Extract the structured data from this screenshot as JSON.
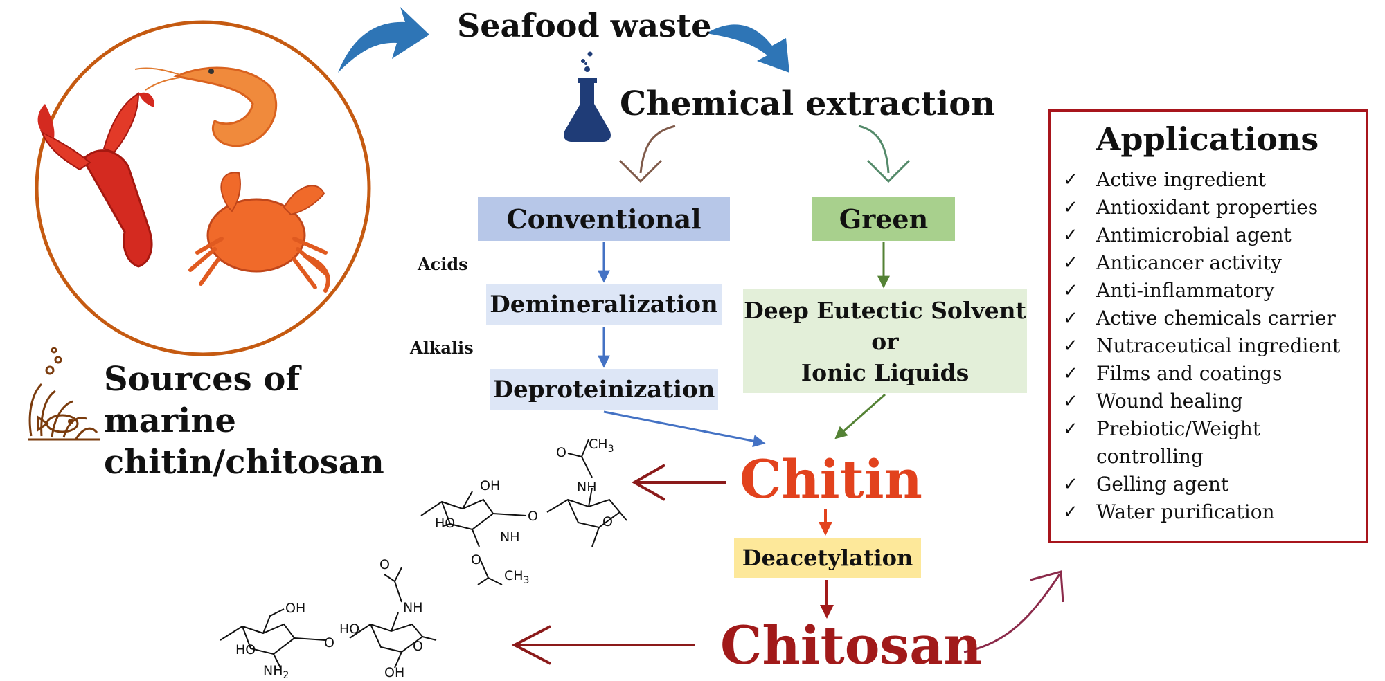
{
  "top": {
    "seafood": "Seafood waste",
    "chemical": "Chemical extraction"
  },
  "sources": {
    "line1": "Sources of marine",
    "line2": "chitin/chitosan"
  },
  "methods": {
    "conventional": "Conventional",
    "green": "Green",
    "acids": "Acids",
    "alkalis": "Alkalis",
    "demineralization": "Demineralization",
    "deproteinization": "Deproteinization",
    "des_line1": "Deep Eutectic Solvent",
    "des_line2": "or",
    "des_line3": "Ionic Liquids"
  },
  "products": {
    "chitin": "Chitin",
    "deacetylation": "Deacetylation",
    "chitosan": "Chitosan"
  },
  "chem": {
    "ch3": "CH",
    "ch3_sub": "3",
    "nh": "NH",
    "oh": "OH",
    "ho": "HO",
    "o": "O",
    "nh2": "NH",
    "nh2_sub": "2"
  },
  "applications": {
    "title": "Applications",
    "check": "✓",
    "items": [
      "Active ingredient",
      "Antioxidant properties",
      "Antimicrobial agent",
      "Anticancer activity",
      "Anti-inflammatory",
      "Active chemicals carrier",
      "Nutraceutical ingredient",
      "Films and coatings",
      "Wound healing",
      "Prebiotic/Weight controlling",
      "Gelling agent",
      "Water purification"
    ]
  },
  "colors": {
    "blue_arrow": "#2e75b6",
    "circle": "#c55a11",
    "chitin": "#e2421d",
    "chitosan": "#a11a1a",
    "panel_border": "#a8151c",
    "conventional": "#b7c7e8",
    "green": "#a8d08d",
    "deacetylation": "#fde89a"
  }
}
